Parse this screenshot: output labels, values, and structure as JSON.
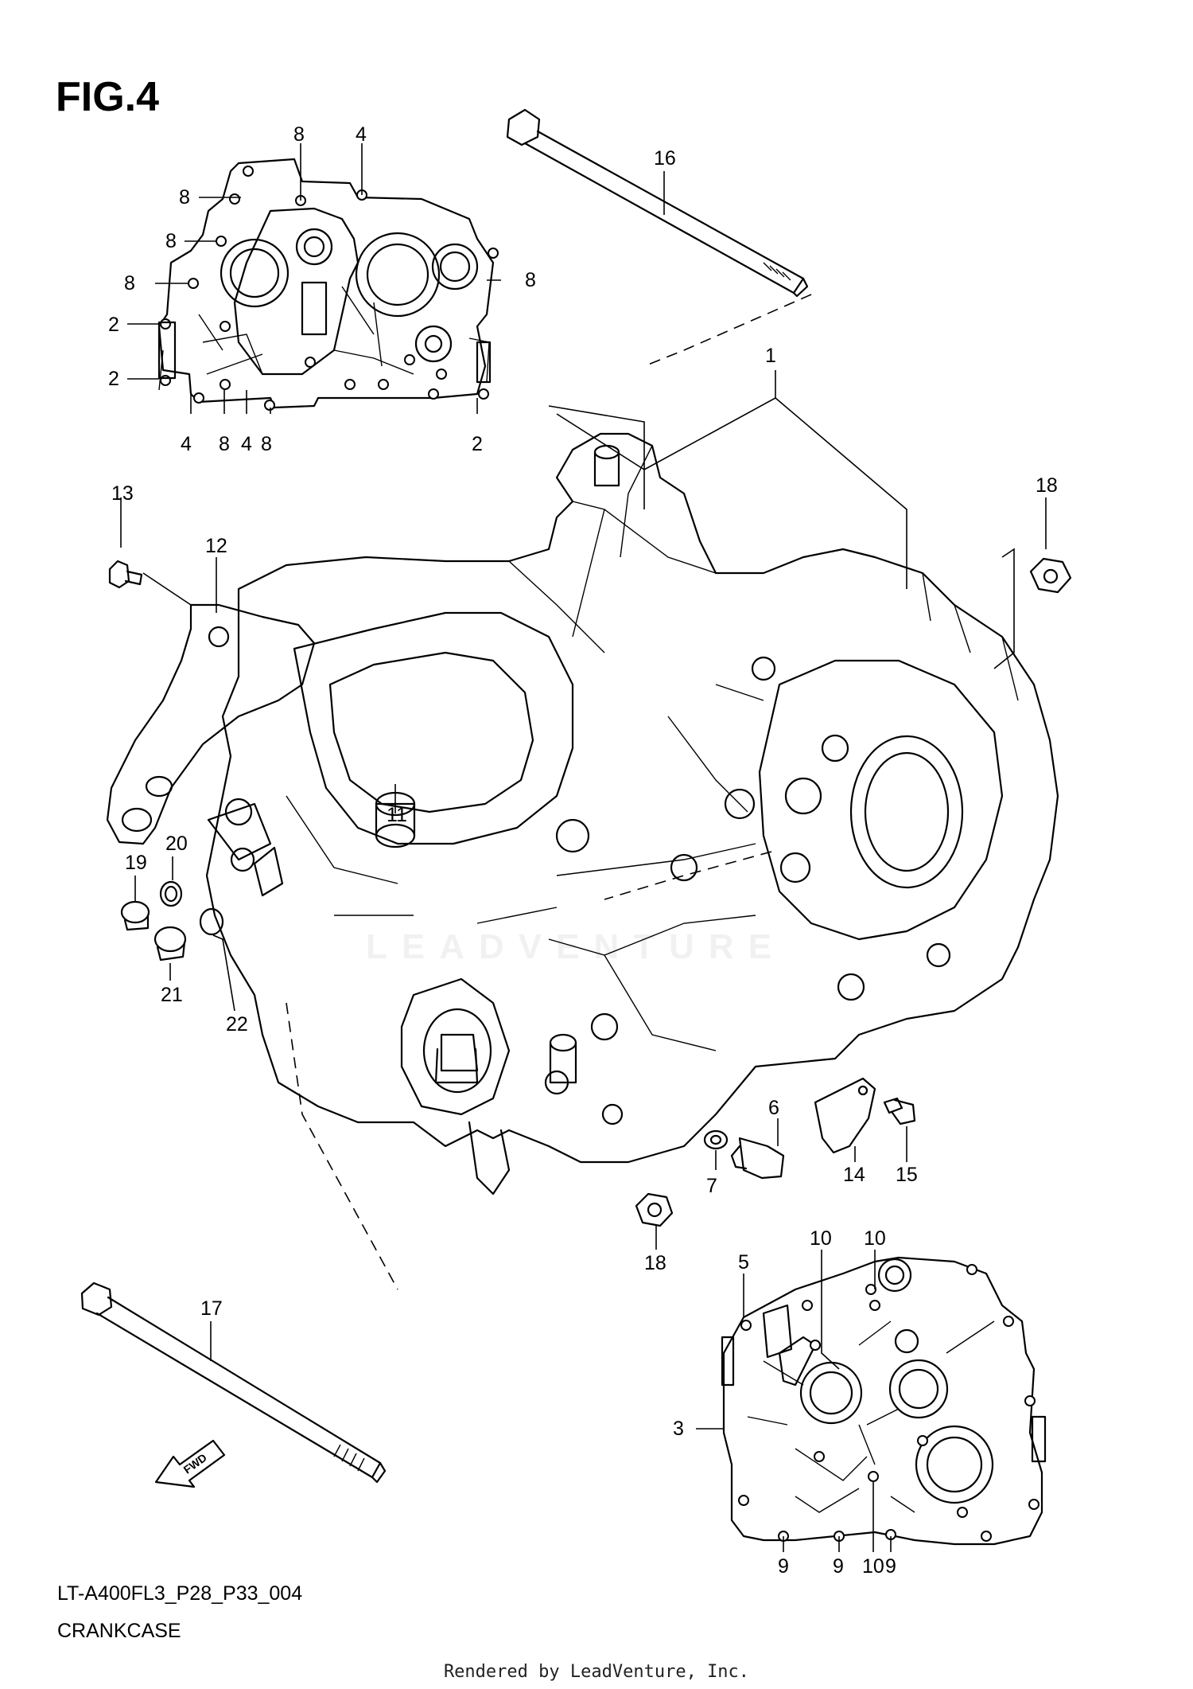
{
  "figure": {
    "title": "FIG.4",
    "code": "LT-A400FL3_P28_P33_004",
    "name": "CRANKCASE",
    "credit": "Rendered by LeadVenture, Inc.",
    "watermark": "LEADVENTURE",
    "fwd_label": "FWD"
  },
  "callouts": {
    "top_case": [
      "8",
      "4",
      "8",
      "8",
      "8",
      "8",
      "2",
      "2",
      "4",
      "8",
      "4",
      "8",
      "2"
    ],
    "main": [
      "16",
      "1",
      "13",
      "12",
      "18",
      "11",
      "20",
      "19",
      "21",
      "22",
      "6",
      "7",
      "14",
      "15",
      "18",
      "17"
    ],
    "bottom_case": [
      "10",
      "10",
      "5",
      "3",
      "9",
      "9",
      "10",
      "9"
    ]
  },
  "icons": [
    "fwd-arrow-icon",
    "crankcase-assembly-icon",
    "crankcase-half-icon",
    "bolt-icon",
    "nut-icon",
    "washer-icon",
    "plug-icon",
    "bracket-icon"
  ]
}
